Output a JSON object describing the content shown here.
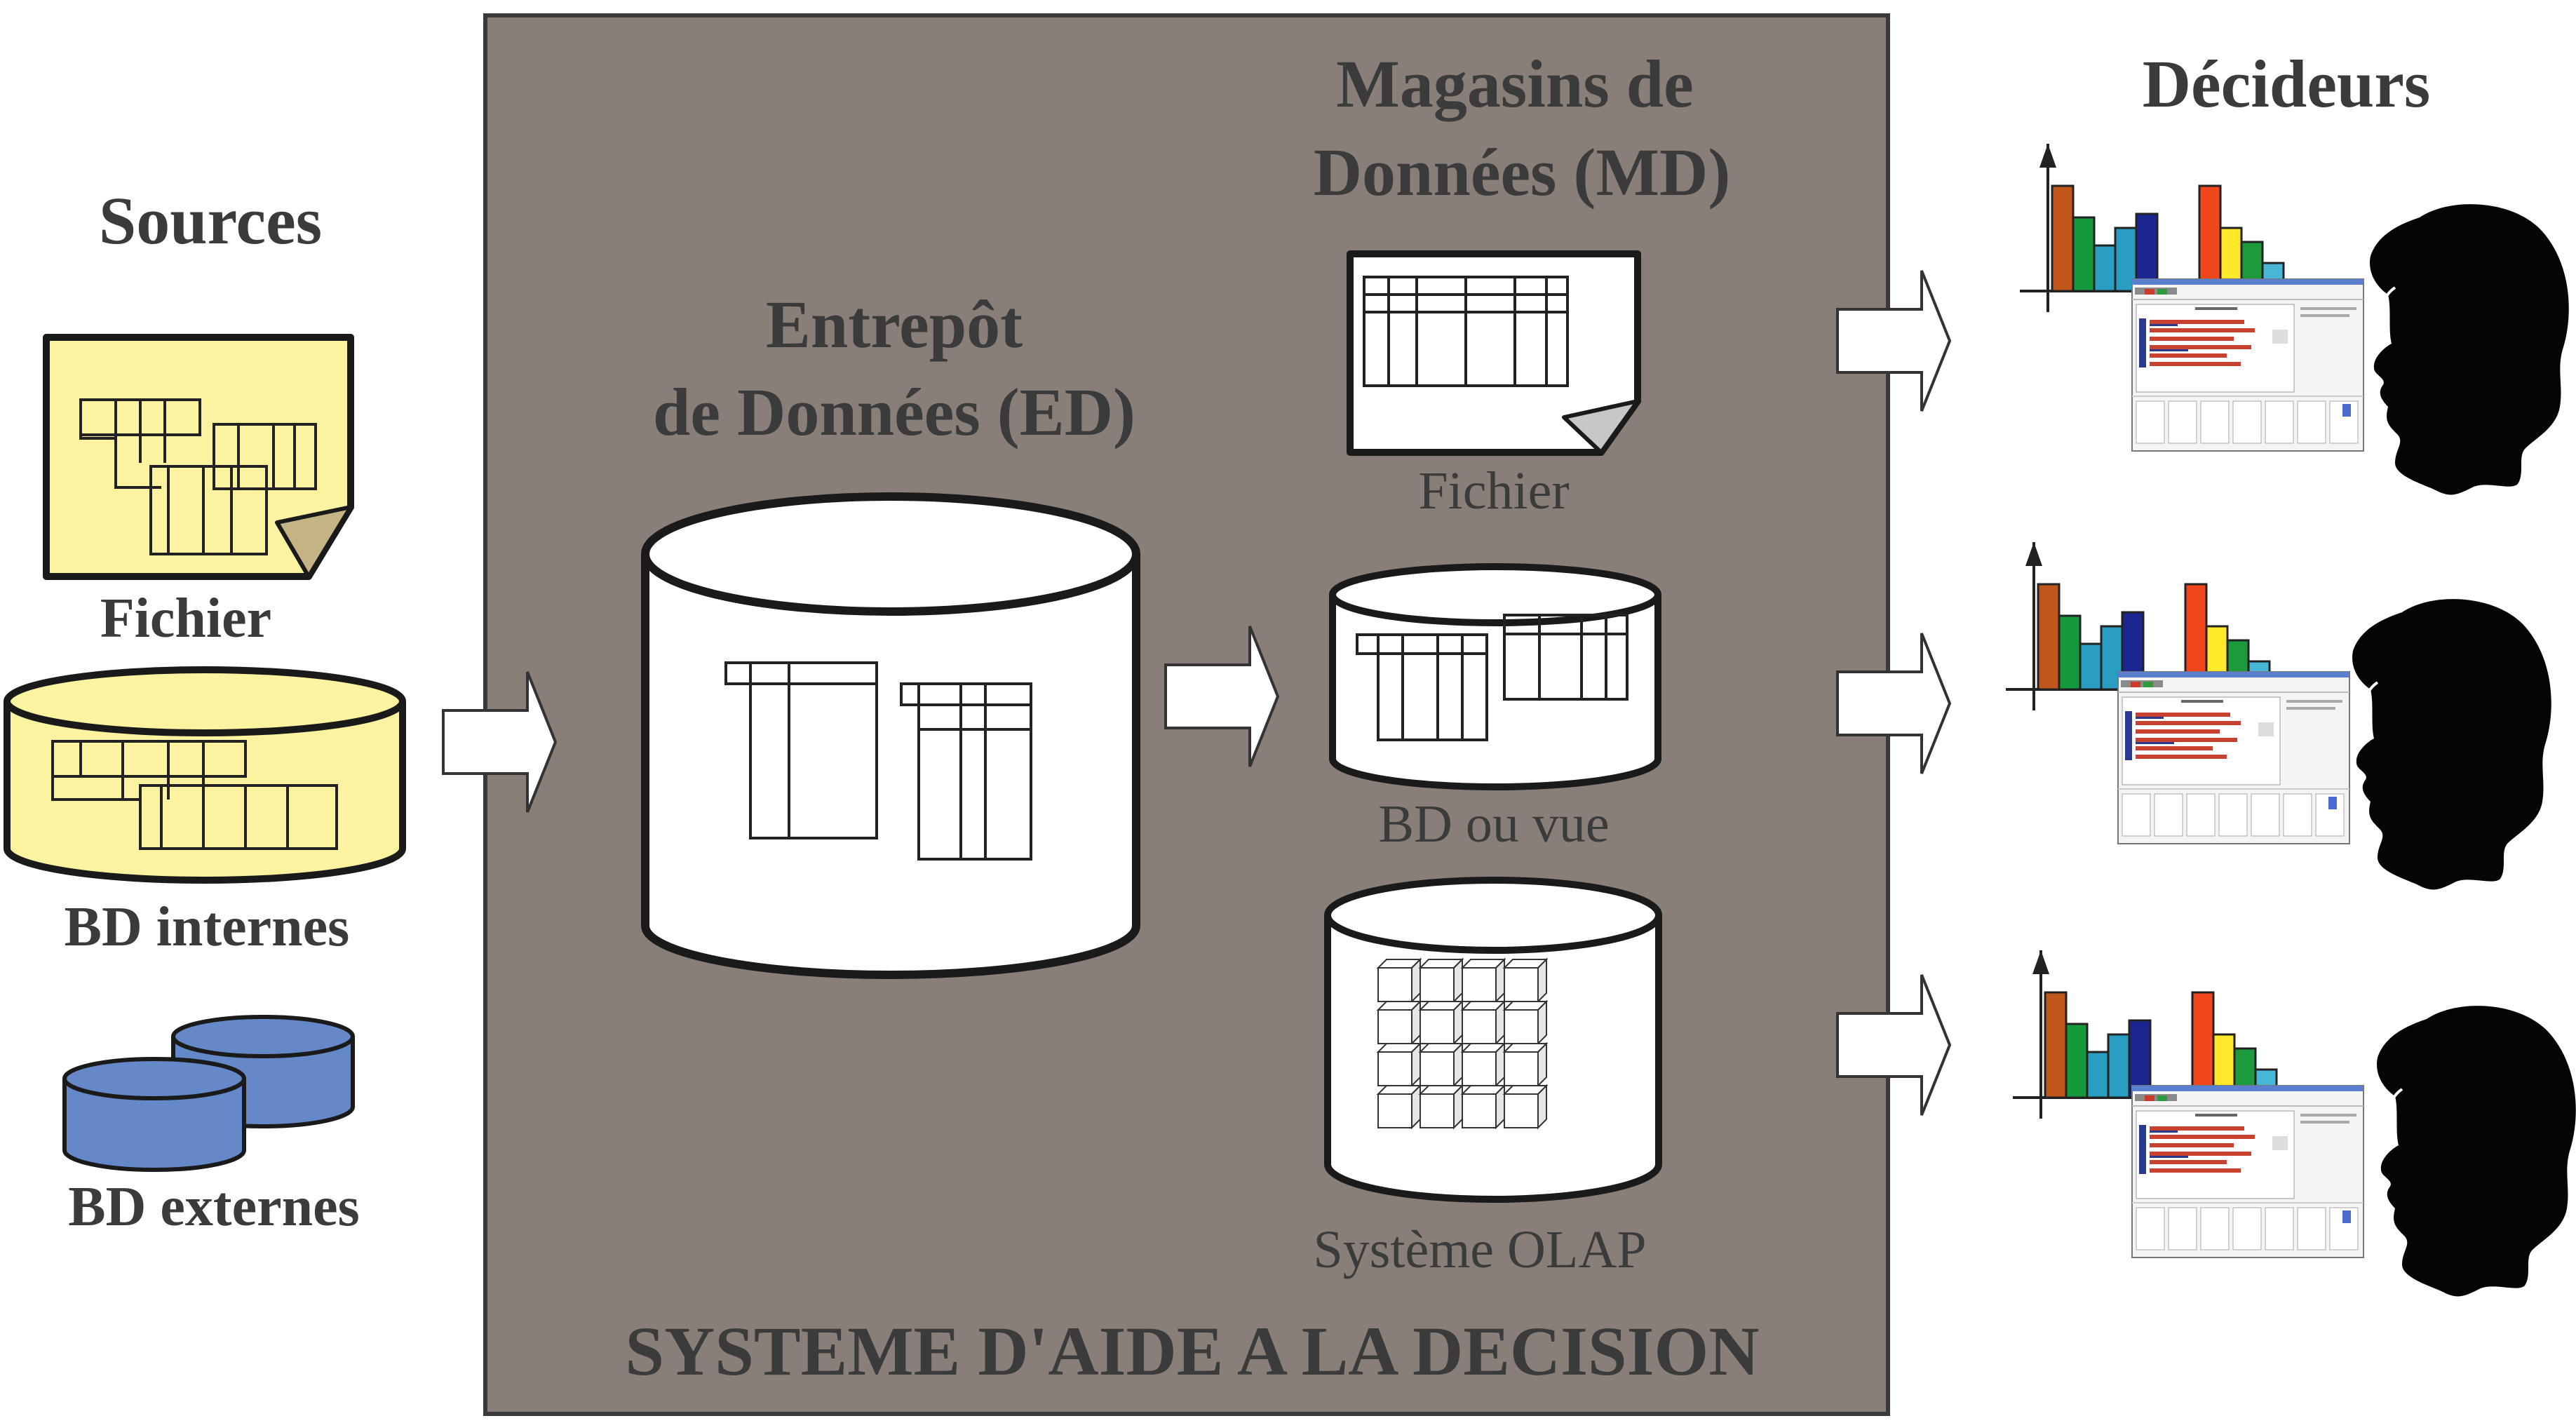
{
  "sources": {
    "title": "Sources",
    "fichier": "Fichier",
    "bd_internes": "BD internes",
    "bd_externes": "BD externes"
  },
  "system": {
    "title": "SYSTEME D'AIDE A LA DECISION",
    "warehouse_line1": "Entrepôt",
    "warehouse_line2": "de Données (ED)",
    "marts_line1": "Magasins de",
    "marts_line2": "Données (MD)",
    "mart_fichier": "Fichier",
    "mart_bd": "BD ou vue",
    "mart_olap": "Système OLAP"
  },
  "decideurs": {
    "title": "Décideurs"
  },
  "colors": {
    "system_bg": "#8a7e79",
    "source_yellow": "#fbf3a0",
    "external_blue": "#6588c8",
    "bar_colors": [
      "#c0561c",
      "#149a3c",
      "#2a9ec2",
      "#1c2690",
      "#f2471c",
      "#ffe82a",
      "#1d9a3c",
      "#48b6d6"
    ]
  },
  "icons": {
    "file": "file-icon",
    "database": "database-icon",
    "cube": "olap-cube-icon",
    "arrow": "right-arrow-icon",
    "chart": "bar-chart-icon",
    "screenshot": "report-screenshot-icon",
    "head": "person-head-icon"
  }
}
